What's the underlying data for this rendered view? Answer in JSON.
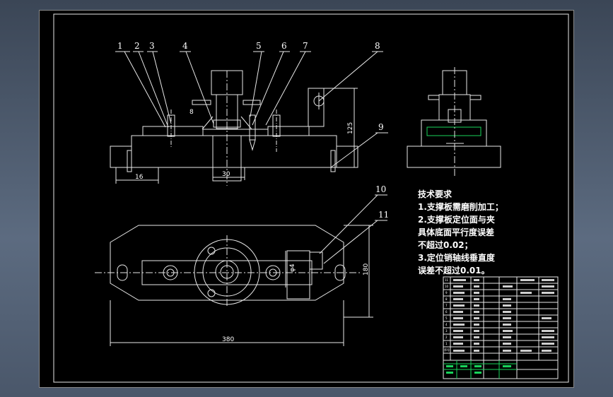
{
  "part_labels": [
    "1",
    "2",
    "3",
    "4",
    "5",
    "6",
    "7",
    "8",
    "9",
    "10",
    "11"
  ],
  "dimensions": {
    "d_top_small": "8",
    "d_left": "16",
    "d_mid": "30",
    "d_height": "125",
    "d_length": "380",
    "d_width": "180",
    "d_bore": "φ4"
  },
  "tech_requirements": {
    "title": "技术要求",
    "lines": [
      "1.支撑板需磨削加工；",
      "2.支撑板定位面与夹",
      "具体底面平行度误差",
      "不超过0.02；",
      "3.定位销轴线垂直度",
      "误差不超过0.01。"
    ]
  },
  "title_block": {
    "rows": [
      "11",
      "10",
      "9",
      "8",
      "7",
      "6",
      "5",
      "4",
      "3",
      "2",
      "1"
    ],
    "header": "序号"
  },
  "colors": {
    "background": "#000000",
    "line": "#e8e8e8",
    "hatch_green": "#19d35a",
    "accent_yellow": "#e6e600",
    "accent_cyan": "#2bd3d3"
  }
}
